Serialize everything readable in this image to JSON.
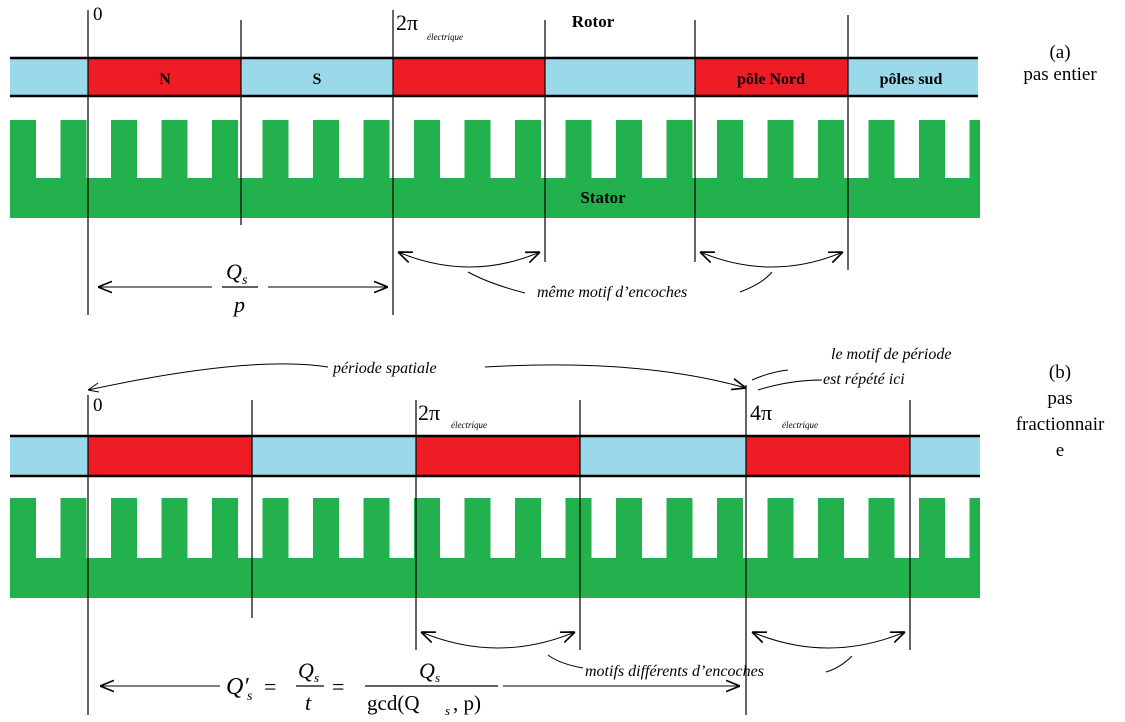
{
  "colors": {
    "north_pole": "#ee1c24",
    "south_pole": "#99d9ea",
    "stator": "#22b14c",
    "line": "#000000"
  },
  "panel_a": {
    "zero_label": "0",
    "two_pi_label": "2π",
    "electrique_label": "électrique",
    "rotor_label": "Rotor",
    "stator_label": "Stator",
    "pole_n": "N",
    "pole_s": "S",
    "pole_nord": "pôle Nord",
    "poles_sud": "pôles sud",
    "caption_letter": "(a)",
    "caption_text": "pas entier",
    "motif_label": "même motif d’encoches",
    "formula_numerator": "Q",
    "formula_subscript": "s",
    "formula_denominator": "p"
  },
  "panel_b": {
    "zero_label": "0",
    "two_pi_label": "2π",
    "four_pi_label": "4π",
    "electrique_label": "électrique",
    "periode_label": "période spatiale",
    "motif_repete_line1": "le motif de période",
    "motif_repete_line2": "est répété ici",
    "caption_letter": "(b)",
    "caption_line1": "pas",
    "caption_line2": "fractionnair",
    "caption_line3": "e",
    "motifs_label": "motifs différents d’encoches",
    "formula_lhs": "Q′",
    "formula_lhs_sub": "s",
    "formula_eq": "=",
    "formula_frac1_num": "Q",
    "formula_frac1_num_sub": "s",
    "formula_frac1_den": "t",
    "formula_frac2_num": "Q",
    "formula_frac2_num_sub": "s",
    "formula_frac2_den": "gcd(Q",
    "formula_frac2_den_sub": "s",
    "formula_frac2_den_tail": ", p)"
  }
}
